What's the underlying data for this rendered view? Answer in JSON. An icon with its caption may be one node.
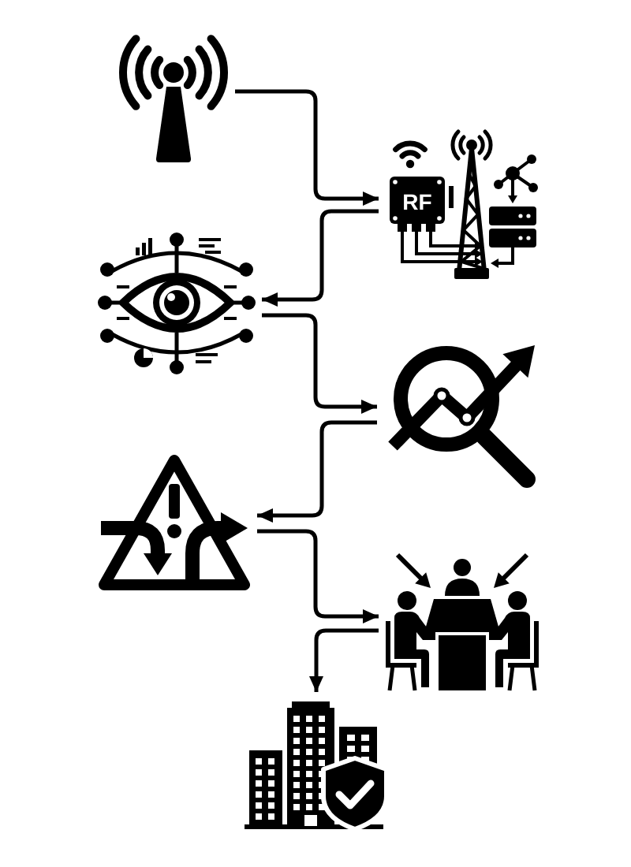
{
  "diagram": {
    "nodes": [
      {
        "text": [],
        "shape": "picture"
      },
      {
        "text": [],
        "shape": "picture"
      },
      {
        "text": [],
        "shape": "picture"
      },
      {
        "text": [],
        "shape": "picture"
      },
      {
        "text": [],
        "shape": "picture"
      },
      {
        "text": [],
        "shape": "picture"
      },
      {
        "text": [],
        "shape": "picture"
      }
    ],
    "edges": [
      {
        "from": 0,
        "to": 1,
        "arrow": "to"
      },
      {
        "from": 1,
        "to": 2,
        "arrow": "to"
      },
      {
        "from": 2,
        "to": 3,
        "arrow": "to"
      },
      {
        "from": 3,
        "to": 4,
        "arrow": "to"
      },
      {
        "from": 4,
        "to": 5,
        "arrow": "to"
      },
      {
        "from": 5,
        "to": 6,
        "arrow": "to"
      }
    ],
    "labels": [
      "RF"
    ]
  }
}
